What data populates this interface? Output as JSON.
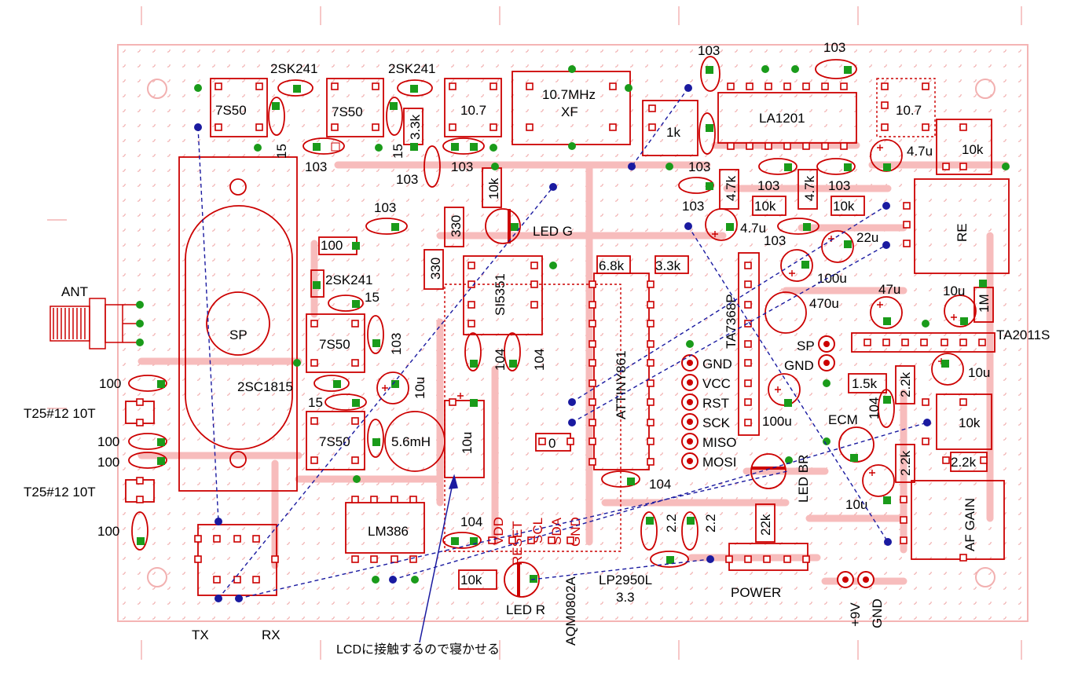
{
  "colors": {
    "background": "#ffffff",
    "board_outline": "#f4b4b4",
    "hole": "#f2b0b0",
    "trace": "#f7bcbc",
    "component": "#cc0000",
    "pad": "#cc0000",
    "pin_green": "#1a9b1a",
    "jumper_wire": "#1a1aa0",
    "text": "#000000",
    "header_label": "#cc0000"
  },
  "labels": {
    "ant": "ANT",
    "sp": "SP",
    "tx": "TX",
    "rx": "RX",
    "xtal": "10.7MHz",
    "xf": "XF",
    "la1201": "LA1201",
    "if_107": "10.7",
    "if_107b": "10.7",
    "re": "RE",
    "ta2011s": "TA2011S",
    "ta7368p": "TA7368P",
    "attiny861": "ATTINY861",
    "si5351": "SI5351",
    "lm386": "LM386",
    "lp2950l": "LP2950L",
    "lp2950l_v": "3.3",
    "power": "POWER",
    "af_gain": "AF GAIN",
    "aqm0802a": "AQM0802A",
    "led_g": "LED G",
    "led_r": "LED R",
    "led_br": "LED BR",
    "ecm": "ECM",
    "plus9v": "+9V",
    "gnd_pwr": "GND",
    "note": "LCDに接触するので寝かせる",
    "sp_jack": "SP",
    "gnd_jack": "GND",
    "t25_1": "T25#12 10T",
    "t25_2": "T25#12 10T",
    "coil_56": "5.6mH",
    "tr_2sc1815": "2SC1815",
    "fet_a": "2SK241",
    "fet_b": "2SK241",
    "fet_c": "2SK241",
    "coil_7s50_a": "7S50",
    "coil_7s50_b": "7S50",
    "coil_7s50_c": "7S50",
    "coil_7s50_d": "7S50",
    "vr_10k_a": "10k",
    "vr_10k_b": "10k",
    "r_10k_led": "10k",
    "r_10k_led_r": "10k",
    "r_1k": "1k",
    "r_330_a": "330",
    "r_330_b": "330",
    "r_3k3_a": "3.3k",
    "r_3k3_b": "3.3k",
    "r_6k8": "6.8k",
    "r_100": "100",
    "r_4k7_a": "4.7k",
    "r_4k7_b": "4.7k",
    "r_10k_a": "10k",
    "r_10k_b": "10k",
    "r_1m": "1M",
    "r_1k5": "1.5k",
    "r_2k2_a": "2.2k",
    "r_2k2_b": "2.2k",
    "r_2k2_c": "2.2k",
    "r_22k": "22k",
    "r_0": "0",
    "c_10u_film": "10u"
  },
  "header_pins": {
    "isp": [
      "GND",
      "VCC",
      "RST",
      "SCK",
      "MISO",
      "MOSI"
    ],
    "lcd": [
      "VDD",
      "RESET",
      "SCL",
      "SDA",
      "GND"
    ]
  },
  "cap_labels": {
    "c103_1": "103",
    "c103_2": "103",
    "c103_3": "103",
    "c103_4": "103",
    "c103_5": "103",
    "c103_6": "103",
    "c103_7": "103",
    "c103_8": "103",
    "c103_9": "103",
    "c103_10": "103",
    "c103_11": "103",
    "c103_12": "103",
    "c104_1": "104",
    "c104_2": "104",
    "c104_3": "104",
    "c104_4": "104",
    "c104_5": "104",
    "c15_1": "15",
    "c15_2": "15",
    "c15_3": "15",
    "c15_4": "15",
    "c100_1": "100",
    "c100_2": "100",
    "c100_3": "100",
    "c100_4": "100",
    "c4u7_1": "4.7u",
    "c4u7_2": "4.7u",
    "c22u": "22u",
    "c100u_1": "100u",
    "c100u_2": "100u",
    "c470u": "470u",
    "c47u": "47u",
    "c10u_1": "10u",
    "c10u_2": "10u",
    "c10u_3": "10u",
    "c10u_4": "10u",
    "c2_2_1": "2.2",
    "c2_2_2": "2.2"
  }
}
